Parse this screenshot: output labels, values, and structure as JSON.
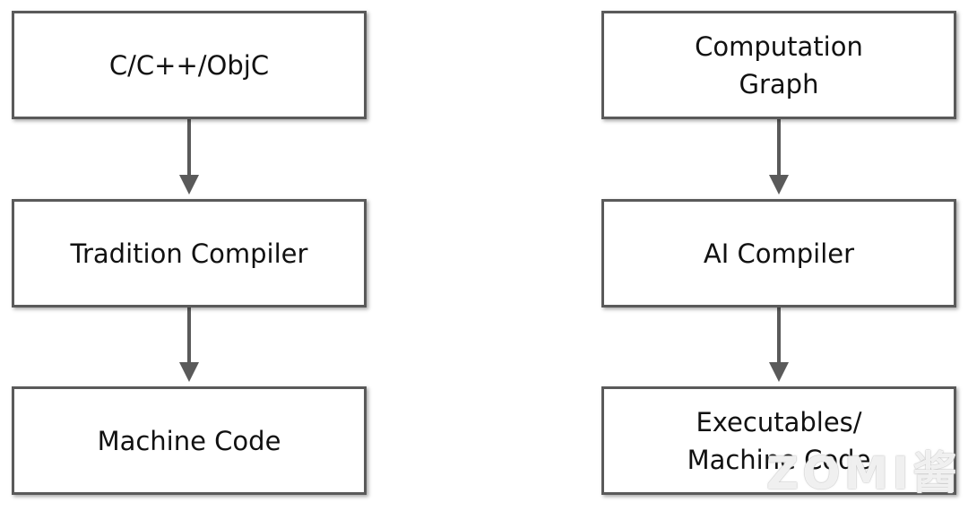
{
  "traditional_flow": {
    "source": "C/C++/ObjC",
    "compiler": "Tradition Compiler",
    "output": "Machine Code"
  },
  "ai_flow": {
    "source_line1": "Computation",
    "source_line2": "Graph",
    "compiler": "AI Compiler",
    "output_line1": "Executables/",
    "output_line2": "Machine Code"
  },
  "watermark": "ZOMI酱",
  "colors": {
    "border": "#5a5a5a",
    "arrow": "#5a5a5a",
    "text": "#111111"
  }
}
